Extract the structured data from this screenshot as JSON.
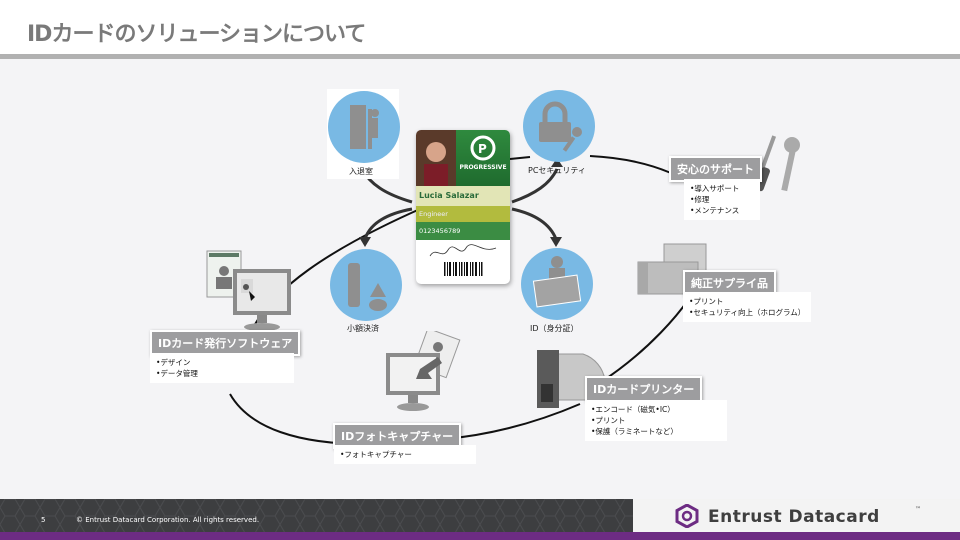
{
  "header": {
    "title": "IDカードのソリューションについて"
  },
  "card": {
    "company": "PROGRESSIVE",
    "name": "Lucia Salazar",
    "role": "Engineer",
    "number": "0123456789"
  },
  "uses": [
    {
      "label": "入退室",
      "icon": "door-person-icon"
    },
    {
      "label": "PCセキュリティ",
      "icon": "padlock-key-icon"
    },
    {
      "label": "小額決済",
      "icon": "bottle-food-icon"
    },
    {
      "label": "ID（身分証）",
      "icon": "person-id-card-icon"
    }
  ],
  "solutions": {
    "support": {
      "title": "安心のサポート",
      "items": [
        "•導入サポート",
        "•修理",
        "•メンテナンス"
      ]
    },
    "supplies": {
      "title": "純正サプライ品",
      "items": [
        "•プリント",
        "•セキュリティ向上（ホログラム）"
      ]
    },
    "printer": {
      "title": "IDカードプリンター",
      "items": [
        "•エンコード（磁気•IC）",
        "•プリント",
        "•保護（ラミネートなど）"
      ]
    },
    "capture": {
      "title": "IDフォトキャプチャー",
      "items": [
        "•フォトキャプチャー"
      ]
    },
    "software": {
      "title": "IDカード発行ソフトウェア",
      "items": [
        "•デザイン",
        "•データ管理"
      ]
    }
  },
  "footer": {
    "page_number": "5",
    "copyright": "© Entrust Datacard Corporation. All rights reserved.",
    "brand": "Entrust Datacard",
    "tm": "™"
  },
  "colors": {
    "accent_purple": "#6d2c83",
    "circle_blue": "#79b9e4",
    "header_gray": "#9d9d9f",
    "card_green": "#2e7d3a"
  }
}
